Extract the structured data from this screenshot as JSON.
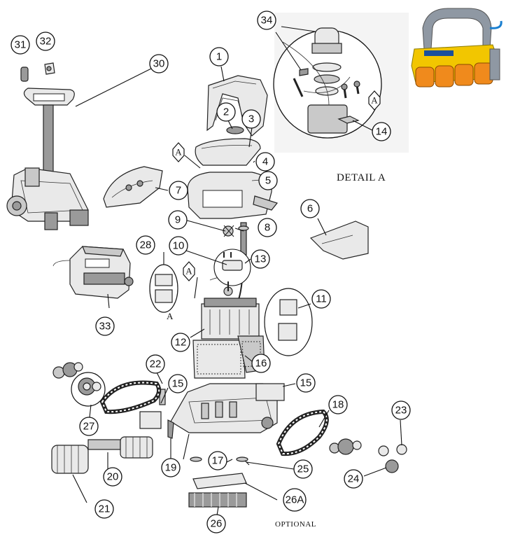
{
  "labels": {
    "detail_title": "DETAIL A",
    "optional_note": "OPTIONAL",
    "detail_marker": "A",
    "loose_marker": "A"
  },
  "callouts": [
    "1",
    "2",
    "3",
    "4",
    "5",
    "6",
    "7",
    "8",
    "9",
    "10",
    "11",
    "12",
    "13",
    "14",
    "15",
    "15",
    "16",
    "17",
    "18",
    "19",
    "20",
    "21",
    "22",
    "23",
    "24",
    "25",
    "26",
    "26A",
    "27",
    "28",
    "30",
    "31",
    "32",
    "33",
    "34"
  ],
  "colors": {
    "line": "#111111",
    "part_fill": "#e9e9e9",
    "robot_yellow": "#f2c600",
    "robot_orange": "#f08a1c",
    "robot_grey": "#8f98a3"
  }
}
